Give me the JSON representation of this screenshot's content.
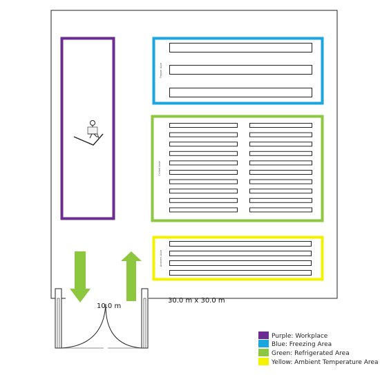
{
  "diagram": {
    "dimension_label": "30.0 m x 30.0 m",
    "door_width_label": "10.0 m",
    "zone_labels": {
      "freezing": "Freezer Aisle",
      "refrigerated": "Chilled Aisle",
      "ambient": "Ambient Aisle"
    },
    "colors": {
      "purple": "#6a2c91",
      "blue": "#1aa6e0",
      "green": "#8dc63f",
      "yellow": "#f5f200",
      "arrow": "#8dc63f",
      "outline": "#222222"
    },
    "icons": {
      "worker": "worker-at-desk-icon",
      "in_arrow": "arrow-down-icon",
      "out_arrow": "arrow-up-icon"
    }
  },
  "legend": {
    "items": [
      {
        "label": "Purple: Workplace",
        "color": "#6a2c91"
      },
      {
        "label": "Blue: Freezing Area",
        "color": "#1aa6e0"
      },
      {
        "label": "Green: Refrigerated Area",
        "color": "#8dc63f"
      },
      {
        "label": "Yellow: Ambient Temperature Area",
        "color": "#f5f200"
      }
    ]
  }
}
